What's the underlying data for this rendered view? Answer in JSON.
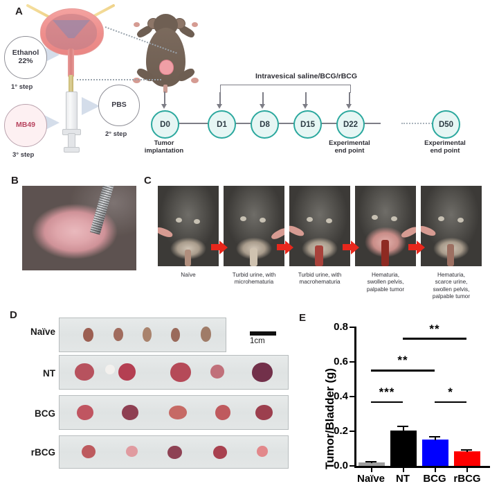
{
  "figure": {
    "panels": [
      "A",
      "B",
      "C",
      "D",
      "E"
    ]
  },
  "panelA": {
    "letter": "A",
    "reagents": [
      {
        "name": "Ethanol 22%",
        "line1": "Ethanol",
        "line2": "22%",
        "step": "1° step"
      },
      {
        "name": "PBS",
        "line1": "PBS",
        "line2": "",
        "step": "2° step"
      },
      {
        "name": "MB49",
        "line1": "MB49",
        "line2": "",
        "step": "3° step"
      }
    ],
    "treatment_label": "Intravesical saline/BCG/rBCG",
    "timeline": [
      {
        "day": "D0",
        "caption": "Tumor\nimplantation"
      },
      {
        "day": "D1",
        "caption": ""
      },
      {
        "day": "D8",
        "caption": ""
      },
      {
        "day": "D15",
        "caption": ""
      },
      {
        "day": "D22",
        "caption": "Experimental\nend point"
      },
      {
        "day": "D50",
        "caption": "Experimental\nend point"
      }
    ],
    "node_color": "#2ba89e",
    "node_fill": "#e6f6f4"
  },
  "panelB": {
    "letter": "B",
    "description": "Excised mouse bladder held with forceps"
  },
  "panelC": {
    "letter": "C",
    "stages": [
      {
        "caption": "Naïve"
      },
      {
        "caption": "Turbid urine, with\nmicrohematuria"
      },
      {
        "caption": "Turbid urine, with\nmacrohematuria"
      },
      {
        "caption": "Hematuria,\nswollen pelvis,\npalpable tumor"
      },
      {
        "caption": "Hematuria,\nscarce urine,\nswollen pelvis,\npalpable tumor"
      }
    ],
    "arrow_color": "#e8271c"
  },
  "panelD": {
    "letter": "D",
    "rows": [
      {
        "label": "Naïve",
        "specimens": [
          {
            "w": 15,
            "h": 20,
            "color": "#9c5f52"
          },
          {
            "w": 14,
            "h": 19,
            "color": "#a06c5e"
          },
          {
            "w": 13,
            "h": 21,
            "color": "#a9836d"
          },
          {
            "w": 13,
            "h": 20,
            "color": "#9a6a5b"
          },
          {
            "w": 15,
            "h": 22,
            "color": "#a07c68"
          }
        ]
      },
      {
        "label": "NT",
        "specimens": [
          {
            "w": 28,
            "h": 25,
            "color": "#b7525e"
          },
          {
            "w": 14,
            "h": 14,
            "color": "#f3f1ee"
          },
          {
            "w": 25,
            "h": 25,
            "color": "#b43f52"
          },
          {
            "w": 30,
            "h": 28,
            "color": "#b54a58"
          },
          {
            "w": 20,
            "h": 20,
            "color": "#c0707a"
          },
          {
            "w": 30,
            "h": 28,
            "color": "#72304a"
          }
        ]
      },
      {
        "label": "BCG",
        "specimens": [
          {
            "w": 24,
            "h": 22,
            "color": "#c05561"
          },
          {
            "w": 24,
            "h": 22,
            "color": "#8e3f52"
          },
          {
            "w": 26,
            "h": 20,
            "color": "#c66a65"
          },
          {
            "w": 22,
            "h": 22,
            "color": "#bf5a5e"
          },
          {
            "w": 25,
            "h": 22,
            "color": "#9c3f4e"
          }
        ]
      },
      {
        "label": "rBCG",
        "specimens": [
          {
            "w": 20,
            "h": 19,
            "color": "#bd5a5e"
          },
          {
            "w": 17,
            "h": 16,
            "color": "#e09ba0"
          },
          {
            "w": 21,
            "h": 19,
            "color": "#8e4254"
          },
          {
            "w": 20,
            "h": 19,
            "color": "#a8414f"
          },
          {
            "w": 16,
            "h": 16,
            "color": "#e2888b"
          }
        ]
      }
    ],
    "scale_label": "1cm"
  },
  "panelE": {
    "letter": "E"
  },
  "chart_data": {
    "type": "bar",
    "title": "",
    "xlabel": "",
    "ylabel": "Tumor/Bladder (g)",
    "categories": [
      "Naïve",
      "NT",
      "BCG",
      "rBCG"
    ],
    "values": [
      0.022,
      0.202,
      0.152,
      0.082
    ],
    "errors": [
      0.006,
      0.029,
      0.021,
      0.015
    ],
    "colors": [
      "#9d9d9d",
      "#000000",
      "#0000ff",
      "#fe0000"
    ],
    "ylim": [
      0.0,
      0.8
    ],
    "yticks": [
      0.0,
      0.2,
      0.4,
      0.6,
      0.8
    ],
    "ytick_labels": [
      "0.0",
      "0.2",
      "0.4",
      "0.6",
      "0.8"
    ],
    "grid": false,
    "legend": "none",
    "significance": [
      {
        "from": "NT",
        "to": "rBCG",
        "stars": "**",
        "y": 0.735
      },
      {
        "from": "Naïve",
        "to": "BCG",
        "stars": "**",
        "y": 0.553
      },
      {
        "from": "Naïve",
        "to": "NT",
        "stars": "***",
        "y": 0.372
      },
      {
        "from": "BCG",
        "to": "rBCG",
        "stars": "*",
        "y": 0.372
      }
    ]
  }
}
